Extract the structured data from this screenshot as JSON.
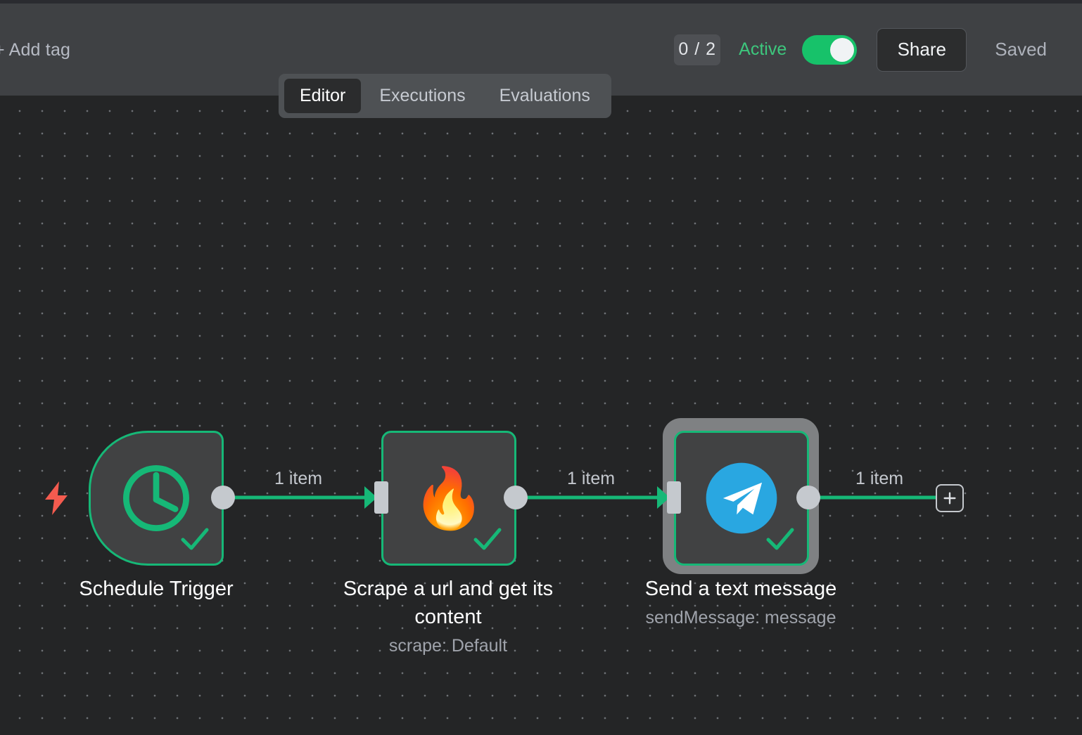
{
  "header": {
    "add_tag_label": "+ Add tag",
    "execution_count": "0 / 2",
    "active_label": "Active",
    "active_toggle_state": "on",
    "share_label": "Share",
    "saved_label": "Saved",
    "active_color": "#3dc77d",
    "toggle_color": "#17c26a"
  },
  "tabs": [
    {
      "label": "Editor",
      "active": true
    },
    {
      "label": "Executions",
      "active": false
    },
    {
      "label": "Evaluations",
      "active": false
    }
  ],
  "canvas": {
    "background_color": "#242526",
    "grid_dot_color": "#6e7175",
    "connection_color": "#16b877",
    "node_border_color": "#16b877",
    "node_fill_color": "#414243",
    "selection_ring_color": "#7f8183"
  },
  "nodes": [
    {
      "id": "schedule-trigger",
      "title": "Schedule Trigger",
      "subtitle": "",
      "icon": "clock-icon",
      "shape": "trigger",
      "selected": false,
      "status": "success"
    },
    {
      "id": "firecrawl-scrape",
      "title": "Scrape a url and get its\ncontent",
      "subtitle": "scrape: Default",
      "icon": "fire-emoji-icon",
      "shape": "square",
      "selected": false,
      "status": "success"
    },
    {
      "id": "telegram-send",
      "title": "Send a text message",
      "subtitle": "sendMessage: message",
      "icon": "telegram-icon",
      "shape": "square",
      "selected": true,
      "status": "success"
    }
  ],
  "connections": [
    {
      "from": "schedule-trigger",
      "to": "firecrawl-scrape",
      "label": "1 item"
    },
    {
      "from": "firecrawl-scrape",
      "to": "telegram-send",
      "label": "1 item"
    },
    {
      "from": "telegram-send",
      "to": "add-node",
      "label": "1 item"
    }
  ],
  "trigger_bolt": {
    "name": "lightning-bolt-icon",
    "color": "#f45b4f"
  },
  "add_node_button": {
    "label": "+",
    "name": "add-node-button"
  }
}
